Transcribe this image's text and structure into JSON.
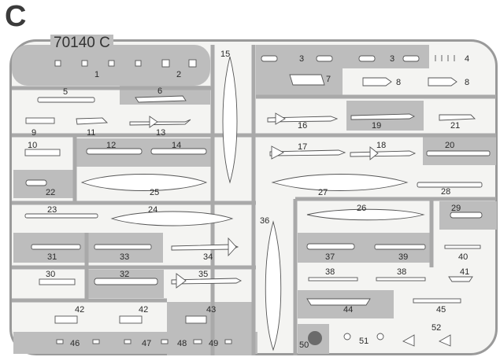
{
  "sheet": {
    "letter": "C",
    "code": "70140 C"
  },
  "parts": [
    {
      "id": "1",
      "label": "1"
    },
    {
      "id": "2",
      "label": "2"
    },
    {
      "id": "3a",
      "label": "3"
    },
    {
      "id": "3b",
      "label": "3"
    },
    {
      "id": "4",
      "label": "4"
    },
    {
      "id": "5",
      "label": "5"
    },
    {
      "id": "6",
      "label": "6"
    },
    {
      "id": "7",
      "label": "7"
    },
    {
      "id": "8a",
      "label": "8"
    },
    {
      "id": "8b",
      "label": "8"
    },
    {
      "id": "9",
      "label": "9"
    },
    {
      "id": "10",
      "label": "10"
    },
    {
      "id": "11",
      "label": "11"
    },
    {
      "id": "12",
      "label": "12"
    },
    {
      "id": "13",
      "label": "13"
    },
    {
      "id": "14",
      "label": "14"
    },
    {
      "id": "15",
      "label": "15"
    },
    {
      "id": "16",
      "label": "16"
    },
    {
      "id": "17",
      "label": "17"
    },
    {
      "id": "18",
      "label": "18"
    },
    {
      "id": "19",
      "label": "19"
    },
    {
      "id": "20",
      "label": "20"
    },
    {
      "id": "21",
      "label": "21"
    },
    {
      "id": "22",
      "label": "22"
    },
    {
      "id": "23",
      "label": "23"
    },
    {
      "id": "24",
      "label": "24"
    },
    {
      "id": "25",
      "label": "25"
    },
    {
      "id": "26",
      "label": "26"
    },
    {
      "id": "27",
      "label": "27"
    },
    {
      "id": "28",
      "label": "28"
    },
    {
      "id": "29",
      "label": "29"
    },
    {
      "id": "30",
      "label": "30"
    },
    {
      "id": "31",
      "label": "31"
    },
    {
      "id": "32",
      "label": "32"
    },
    {
      "id": "33",
      "label": "33"
    },
    {
      "id": "34",
      "label": "34"
    },
    {
      "id": "35",
      "label": "35"
    },
    {
      "id": "36",
      "label": "36"
    },
    {
      "id": "37",
      "label": "37"
    },
    {
      "id": "38a",
      "label": "38"
    },
    {
      "id": "38b",
      "label": "38"
    },
    {
      "id": "39",
      "label": "39"
    },
    {
      "id": "40",
      "label": "40"
    },
    {
      "id": "41",
      "label": "41"
    },
    {
      "id": "42a",
      "label": "42"
    },
    {
      "id": "42b",
      "label": "42"
    },
    {
      "id": "43",
      "label": "43"
    },
    {
      "id": "44",
      "label": "44"
    },
    {
      "id": "45",
      "label": "45"
    },
    {
      "id": "46",
      "label": "46"
    },
    {
      "id": "47",
      "label": "47"
    },
    {
      "id": "48",
      "label": "48"
    },
    {
      "id": "49",
      "label": "49"
    },
    {
      "id": "50",
      "label": "50"
    },
    {
      "id": "51",
      "label": "51"
    },
    {
      "id": "52",
      "label": "52"
    }
  ],
  "colors": {
    "frame": "#9a9a9a",
    "shaded_panel": "#bdbdbd",
    "background": "#f4f4f2",
    "part_fill": "#ffffff",
    "part_outline": "#555555"
  }
}
